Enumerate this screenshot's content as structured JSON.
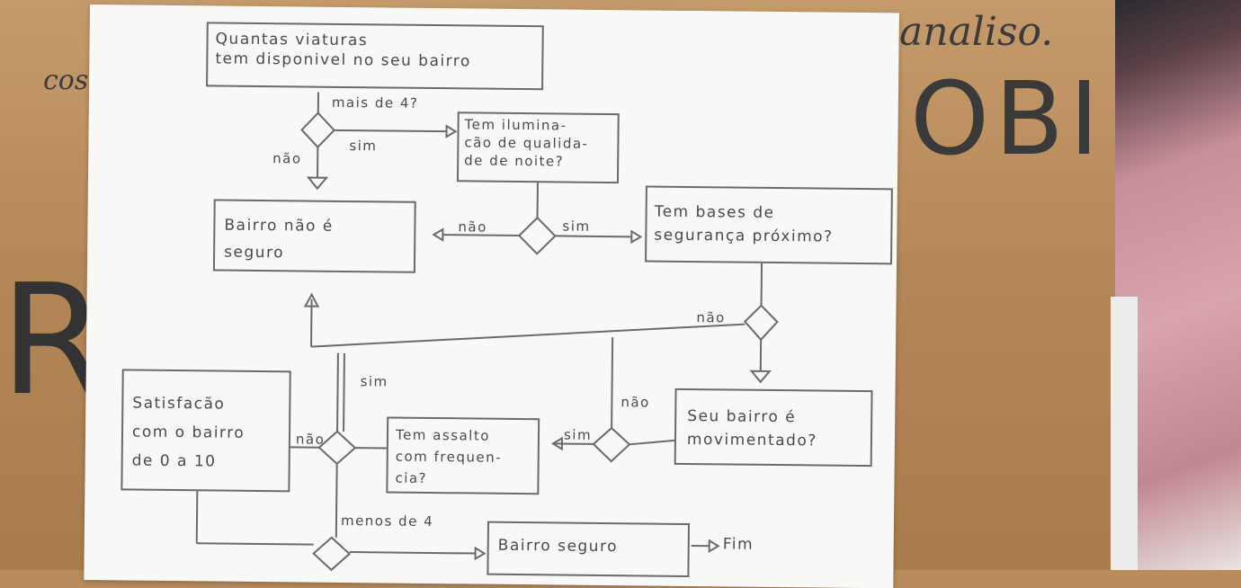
{
  "background": {
    "text_left": "cosnu",
    "text_top_right": "analiso.",
    "text_sign": "OBI",
    "text_big": "RE"
  },
  "diagram": {
    "nodes": {
      "start": "Quantas viaturas\ntem disponivel no seu bairro",
      "lighting": "Tem ilumina-\ncão de qualida-\nde de noite?",
      "unsafe": "Bairro não é\nseguro",
      "bases": "Tem bases de\nsegurança próximo?",
      "satisfaction": "Satisfacão\ncom o bairro\nde 0 a 10",
      "assault": "Tem assalto\ncom frequen-\ncia?",
      "busy": "Seu bairro é\nmovimentado?",
      "safe": "Bairro seguro",
      "end": "Fim"
    },
    "edge_labels": {
      "more_than_4": "mais de 4?",
      "sim_1": "sim",
      "nao_1": "não",
      "nao_2": "não",
      "sim_2": "sim",
      "nao_3": "não",
      "sim_3": "sim",
      "nao_4": "não",
      "sim_4": "sim",
      "nao_5": "não",
      "less_than_4": "menos de 4"
    },
    "colors": {
      "pencil": "#6a6a6a",
      "paper": "#f8f8f6",
      "cardboard": "#b98c5c"
    }
  }
}
